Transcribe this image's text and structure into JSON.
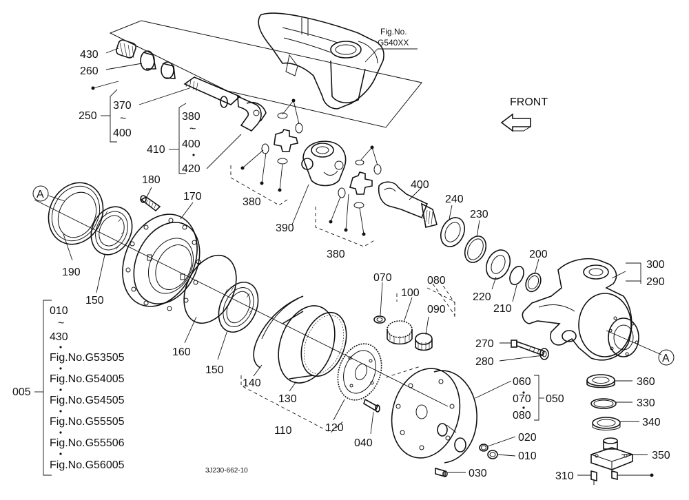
{
  "diagram": {
    "fig_ref": {
      "line1": "Fig.No.",
      "line2": "G540XX"
    },
    "front_label": "FRONT",
    "doc_code": "3J230-662-10",
    "tilde": "~",
    "callout_a": "A",
    "parts": {
      "p005": "005",
      "p010": "010",
      "p020": "020",
      "p030": "030",
      "p040": "040",
      "p050": "050",
      "p060": "060",
      "p070": "070",
      "p080": "080",
      "p090": "090",
      "p100": "100",
      "p110": "110",
      "p120": "120",
      "p130": "130",
      "p140": "140",
      "p150": "150",
      "p160": "160",
      "p170": "170",
      "p180": "180",
      "p190": "190",
      "p200": "200",
      "p210": "210",
      "p220": "220",
      "p230": "230",
      "p240": "240",
      "p250": "250",
      "p260": "260",
      "p270": "270",
      "p280": "280",
      "p290": "290",
      "p300": "300",
      "p310": "310",
      "p330": "330",
      "p340": "340",
      "p350": "350",
      "p360": "360",
      "p370": "370",
      "p380": "380",
      "p390": "390",
      "p400": "400",
      "p410": "410",
      "p420": "420",
      "p430": "430"
    },
    "fig_list": [
      "Fig.No.G53505",
      "Fig.No.G54005",
      "Fig.No.G54505",
      "Fig.No.G55505",
      "Fig.No.G55506",
      "Fig.No.G56005"
    ]
  }
}
